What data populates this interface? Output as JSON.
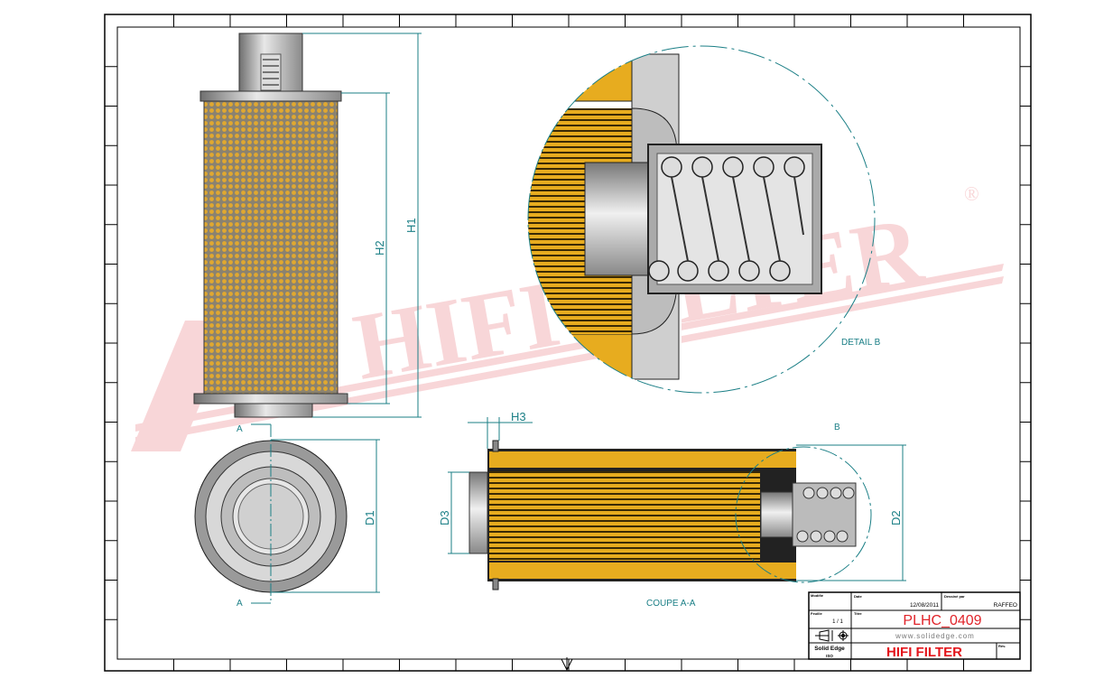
{
  "watermark": {
    "text": "HIFI FILTER",
    "registered": "®",
    "color": "#f6c9cc"
  },
  "dimensions": {
    "h1": "H1",
    "h2": "H2",
    "h3": "H3",
    "d1": "D1",
    "d2": "D2",
    "d3": "D3"
  },
  "section_marks": {
    "a_top": "A",
    "a_bottom": "A",
    "b": "B"
  },
  "views": {
    "detail_label": "DETAIL B",
    "section_label": "COUPE A-A"
  },
  "title_block": {
    "modified_label": "Modifié",
    "date_label": "Date",
    "date": "12/08/2011",
    "drawn_by_label": "Dessiné par",
    "drawn_by": "RAFFEO",
    "sheet_label": "Feuille",
    "sheet": "1 / 1",
    "title_label": "Titre",
    "title": "PLHC_0409",
    "website": "www.solidedge.com",
    "software": "Solid Edge",
    "software_sub": "ISO",
    "company": "HIFI FILTER",
    "revision_label": "Rév."
  },
  "colors": {
    "line": "#1b7f86",
    "filter_media": "#e7ac1f",
    "title_red": "#e0242a",
    "company_red": "#e3141b"
  }
}
